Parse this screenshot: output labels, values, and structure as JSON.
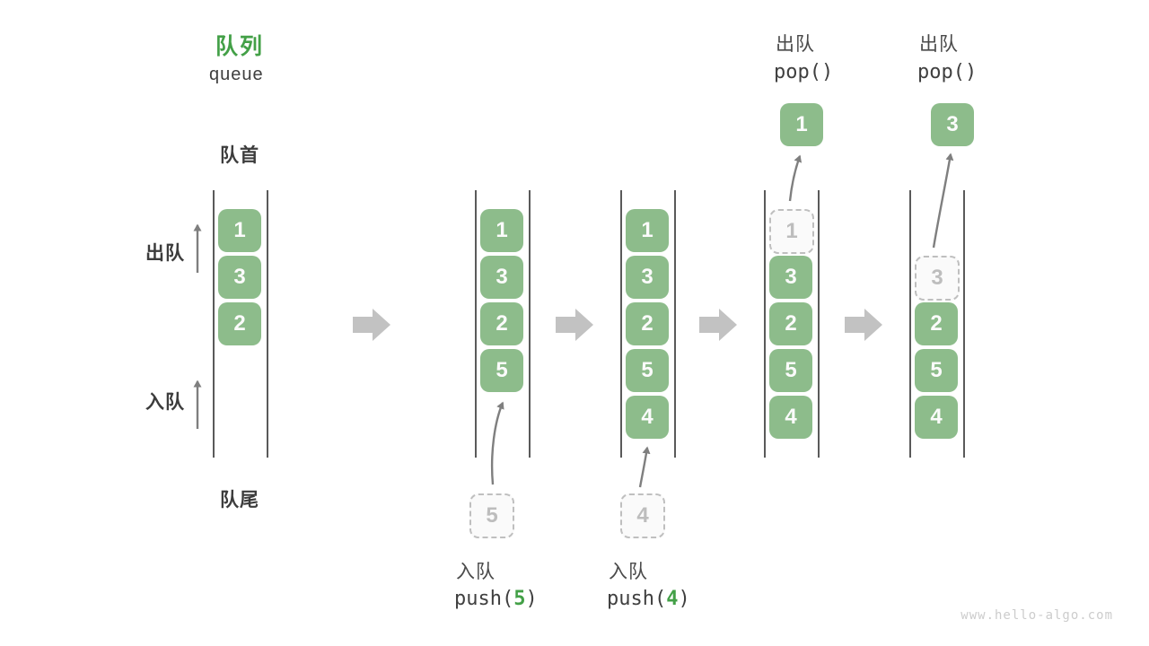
{
  "title": {
    "zh": "队列",
    "en": "queue"
  },
  "labels": {
    "front": "队首",
    "rear": "队尾",
    "dequeue_side": "出队",
    "enqueue_side": "入队"
  },
  "watermark": "www.hello-algo.com",
  "colors": {
    "box_green": "#8dbc8b",
    "accent_green": "#43a047",
    "wall_dark": "#5a5a5a",
    "thin_arrow": "#7f7f7f",
    "block_arrow": "#c2c2c2",
    "dashed_border": "#bfbfbf",
    "dashed_text": "#bdbdbd",
    "text_dark": "#3f3f3f",
    "watermark_gray": "#cccccc"
  },
  "states": [
    {
      "boxes": [
        {
          "value": "1"
        },
        {
          "value": "3"
        },
        {
          "value": "2"
        }
      ]
    },
    {
      "boxes": [
        {
          "value": "1"
        },
        {
          "value": "3"
        },
        {
          "value": "2"
        },
        {
          "value": "5"
        }
      ],
      "incoming": {
        "value": "5"
      }
    },
    {
      "boxes": [
        {
          "value": "1"
        },
        {
          "value": "3"
        },
        {
          "value": "2"
        },
        {
          "value": "5"
        },
        {
          "value": "4"
        }
      ],
      "incoming": {
        "value": "4"
      }
    },
    {
      "boxes": [
        {
          "value": "3"
        },
        {
          "value": "2"
        },
        {
          "value": "5"
        },
        {
          "value": "4"
        }
      ],
      "removed": {
        "value": "1"
      },
      "popped": {
        "value": "1"
      }
    },
    {
      "boxes": [
        {
          "value": "2"
        },
        {
          "value": "5"
        },
        {
          "value": "4"
        }
      ],
      "removed": {
        "value": "3"
      },
      "popped": {
        "value": "3"
      }
    }
  ],
  "operations": [
    {
      "label": "入队",
      "code_pre": "push(",
      "arg": "5",
      "code_post": ")"
    },
    {
      "label": "入队",
      "code_pre": "push(",
      "arg": "4",
      "code_post": ")"
    },
    {
      "label": "出队",
      "code": "pop()"
    },
    {
      "label": "出队",
      "code": "pop()"
    }
  ]
}
